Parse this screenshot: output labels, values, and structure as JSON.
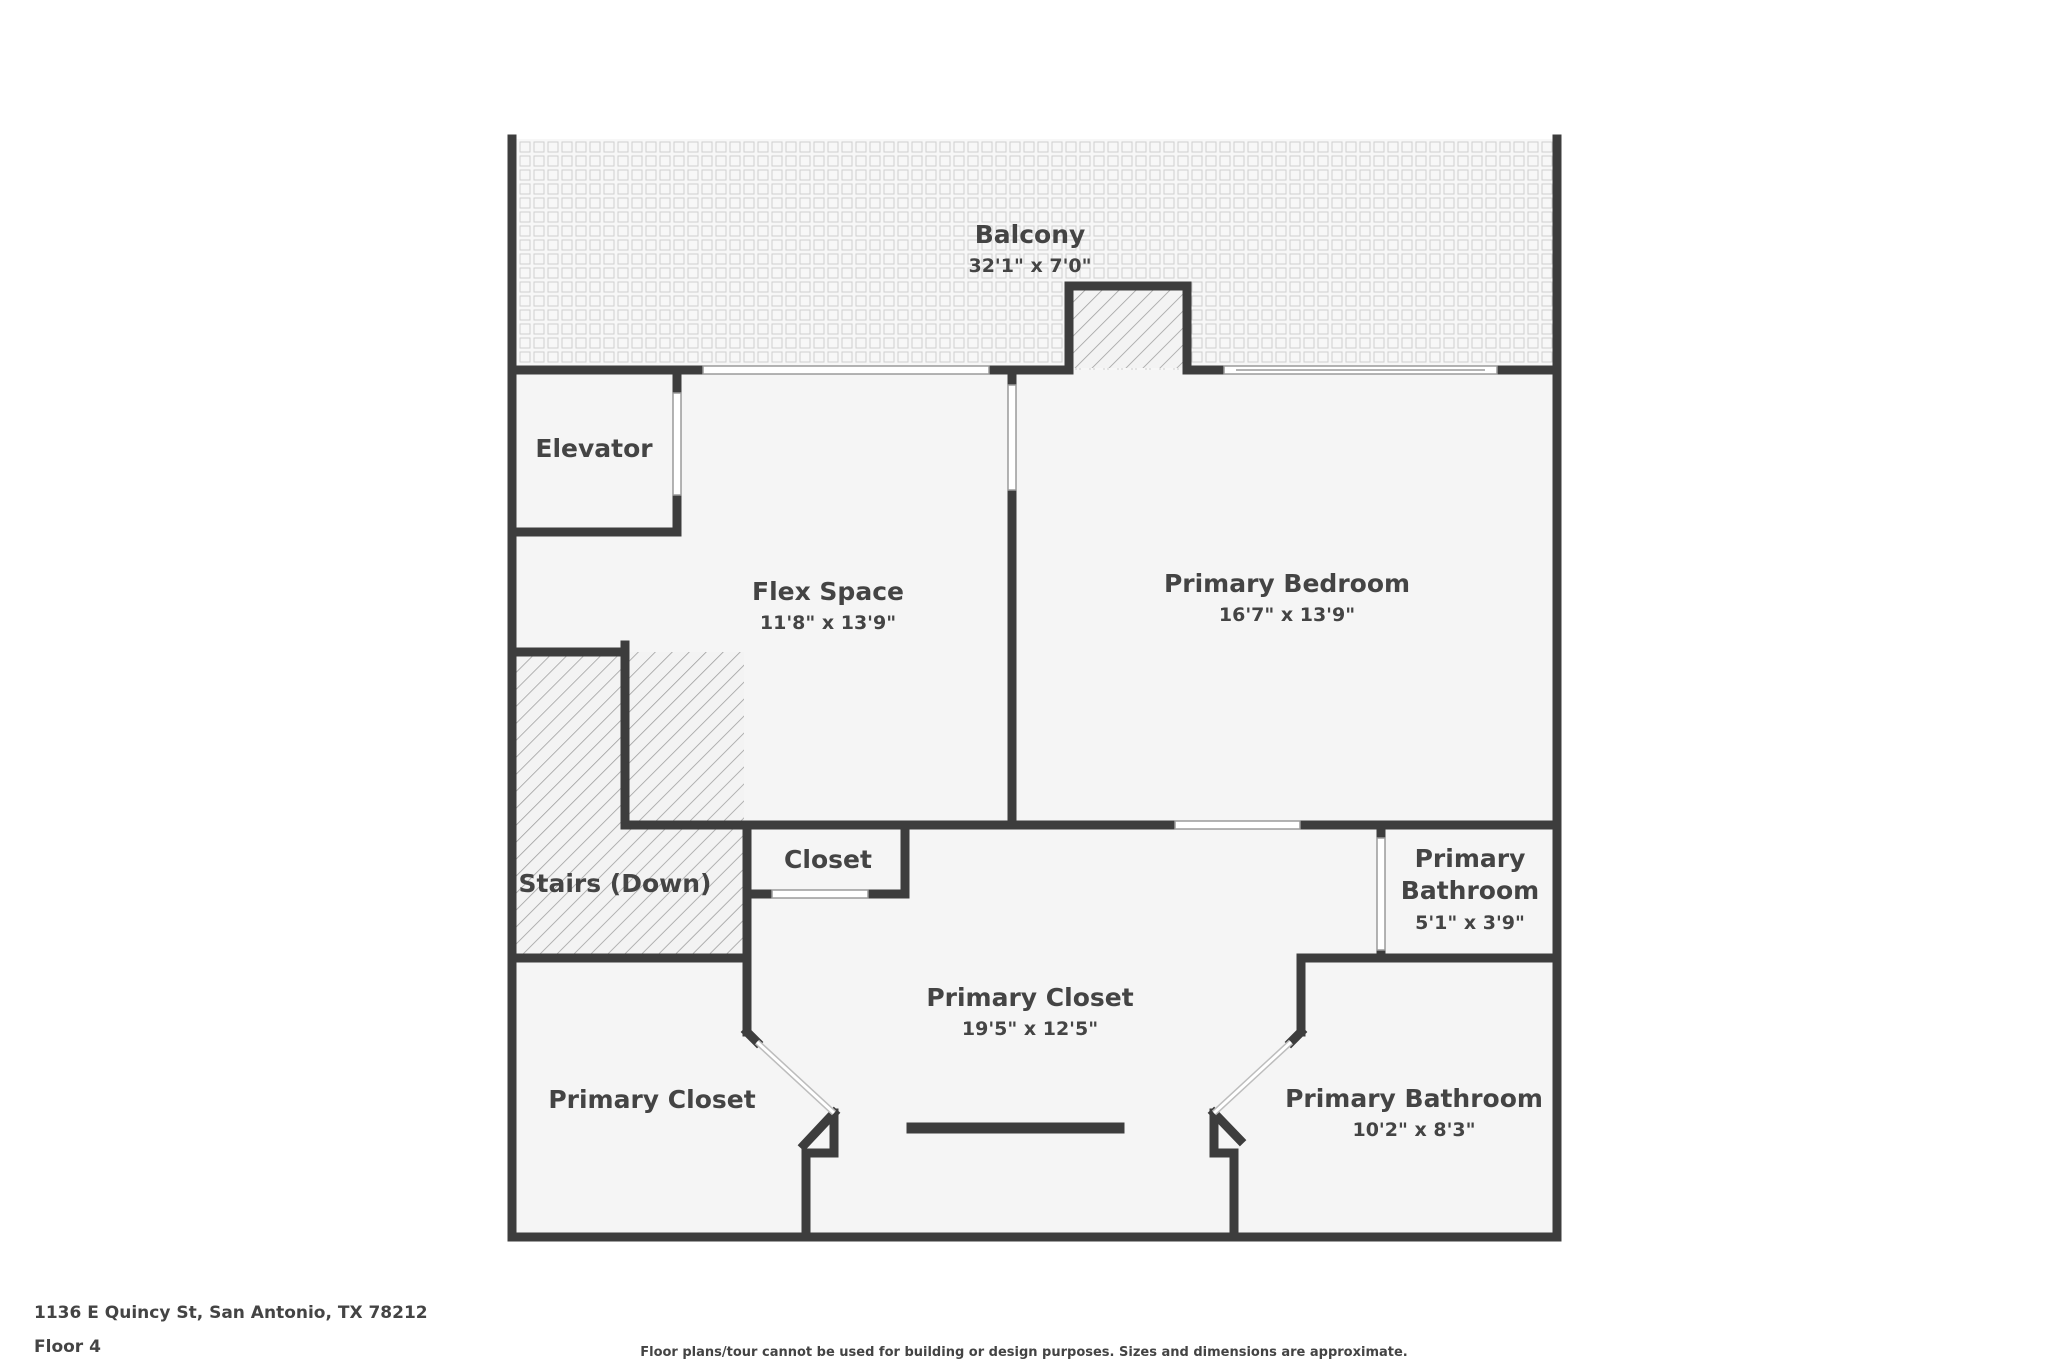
{
  "floorplan": {
    "rooms": {
      "balcony": {
        "name": "Balcony",
        "dims": "32'1\" x 7'0\""
      },
      "elevator": {
        "name": "Elevator"
      },
      "flex_space": {
        "name": "Flex Space",
        "dims": "11'8\" x 13'9\""
      },
      "primary_bedroom": {
        "name": "Primary Bedroom",
        "dims": "16'7\" x 13'9\""
      },
      "closet": {
        "name": "Closet"
      },
      "stairs": {
        "name": "Stairs (Down)"
      },
      "primary_bathroom_small": {
        "name_line1": "Primary",
        "name_line2": "Bathroom",
        "dims": "5'1\" x 3'9\""
      },
      "primary_closet_center": {
        "name": "Primary Closet",
        "dims": "19'5\" x 12'5\""
      },
      "primary_closet_left": {
        "name": "Primary Closet"
      },
      "primary_bathroom_large": {
        "name": "Primary Bathroom",
        "dims": "10'2\" x 8'3\""
      }
    },
    "colors": {
      "wall": "#3d3d3d",
      "floor": "#f5f5f5",
      "label": "#444444"
    }
  },
  "footer": {
    "address": "1136 E Quincy St, San Antonio, TX 78212",
    "floor": "Floor 4",
    "disclaimer": "Floor plans/tour cannot be used for building or design purposes. Sizes and dimensions are approximate."
  }
}
